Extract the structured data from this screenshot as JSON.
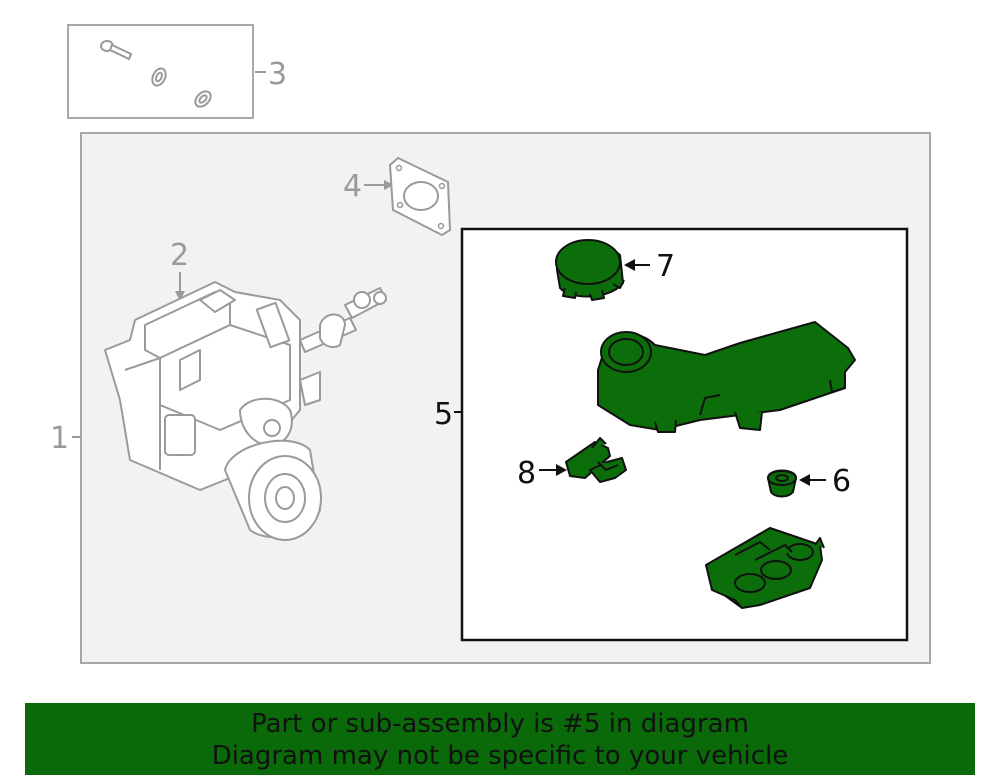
{
  "callouts": {
    "c1": "1",
    "c2": "2",
    "c3": "3",
    "c4": "4",
    "c5": "5",
    "c6": "6",
    "c7": "7",
    "c8": "8"
  },
  "banner": {
    "line1": "Part or sub-assembly is #5 in diagram",
    "line2": "Diagram may not be specific to your vehicle"
  },
  "colors": {
    "highlight": "#0a6a0a",
    "part_fill": "#0b6e0b",
    "context_outline": "#9a9a9a",
    "frame_grey": "#a8a8a8",
    "frame_black": "#111111"
  },
  "icons": {
    "abs_modulator": "booster-unit-icon",
    "reservoir": "reservoir-icon",
    "cap": "reservoir-cap-icon"
  }
}
